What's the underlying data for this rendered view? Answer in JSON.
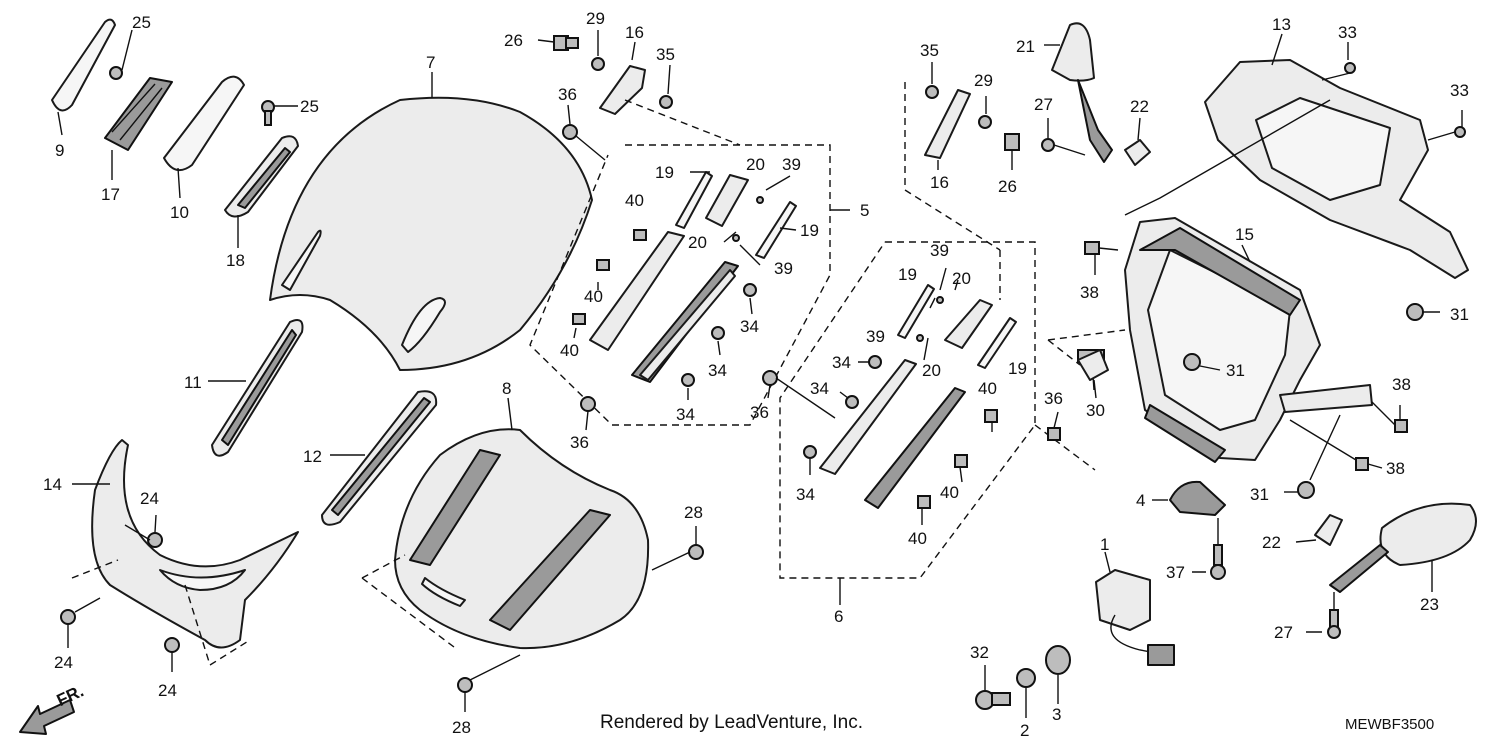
{
  "footer": {
    "rendered_by": "Rendered by LeadVenture, Inc.",
    "diagram_code": "MEWBF3500",
    "direction": "FR."
  },
  "callouts": [
    {
      "id": "c1",
      "text": "1"
    },
    {
      "id": "c2",
      "text": "2"
    },
    {
      "id": "c3",
      "text": "3"
    },
    {
      "id": "c4",
      "text": "4"
    },
    {
      "id": "c5",
      "text": "5"
    },
    {
      "id": "c6",
      "text": "6"
    },
    {
      "id": "c7",
      "text": "7"
    },
    {
      "id": "c8",
      "text": "8"
    },
    {
      "id": "c9",
      "text": "9"
    },
    {
      "id": "c10",
      "text": "10"
    },
    {
      "id": "c11",
      "text": "11"
    },
    {
      "id": "c12",
      "text": "12"
    },
    {
      "id": "c13",
      "text": "13"
    },
    {
      "id": "c14",
      "text": "14"
    },
    {
      "id": "c15",
      "text": "15"
    },
    {
      "id": "c16a",
      "text": "16"
    },
    {
      "id": "c16b",
      "text": "16"
    },
    {
      "id": "c17",
      "text": "17"
    },
    {
      "id": "c18",
      "text": "18"
    },
    {
      "id": "c19a",
      "text": "19"
    },
    {
      "id": "c19b",
      "text": "19"
    },
    {
      "id": "c19c",
      "text": "19"
    },
    {
      "id": "c19d",
      "text": "19"
    },
    {
      "id": "c20a",
      "text": "20"
    },
    {
      "id": "c20b",
      "text": "20"
    },
    {
      "id": "c20c",
      "text": "20"
    },
    {
      "id": "c20d",
      "text": "20"
    },
    {
      "id": "c21",
      "text": "21"
    },
    {
      "id": "c22a",
      "text": "22"
    },
    {
      "id": "c22b",
      "text": "22"
    },
    {
      "id": "c23",
      "text": "23"
    },
    {
      "id": "c24a",
      "text": "24"
    },
    {
      "id": "c24b",
      "text": "24"
    },
    {
      "id": "c24c",
      "text": "24"
    },
    {
      "id": "c25a",
      "text": "25"
    },
    {
      "id": "c25b",
      "text": "25"
    },
    {
      "id": "c26a",
      "text": "26"
    },
    {
      "id": "c26b",
      "text": "26"
    },
    {
      "id": "c27a",
      "text": "27"
    },
    {
      "id": "c27b",
      "text": "27"
    },
    {
      "id": "c28a",
      "text": "28"
    },
    {
      "id": "c28b",
      "text": "28"
    },
    {
      "id": "c29a",
      "text": "29"
    },
    {
      "id": "c29b",
      "text": "29"
    },
    {
      "id": "c30",
      "text": "30"
    },
    {
      "id": "c31a",
      "text": "31"
    },
    {
      "id": "c31b",
      "text": "31"
    },
    {
      "id": "c31c",
      "text": "31"
    },
    {
      "id": "c32",
      "text": "32"
    },
    {
      "id": "c33a",
      "text": "33"
    },
    {
      "id": "c33b",
      "text": "33"
    },
    {
      "id": "c34a",
      "text": "34"
    },
    {
      "id": "c34b",
      "text": "34"
    },
    {
      "id": "c34c",
      "text": "34"
    },
    {
      "id": "c34d",
      "text": "34"
    },
    {
      "id": "c34e",
      "text": "34"
    },
    {
      "id": "c34f",
      "text": "34"
    },
    {
      "id": "c35a",
      "text": "35"
    },
    {
      "id": "c35b",
      "text": "35"
    },
    {
      "id": "c36a",
      "text": "36"
    },
    {
      "id": "c36b",
      "text": "36"
    },
    {
      "id": "c36c",
      "text": "36"
    },
    {
      "id": "c36d",
      "text": "36"
    },
    {
      "id": "c37",
      "text": "37"
    },
    {
      "id": "c38a",
      "text": "38"
    },
    {
      "id": "c38b",
      "text": "38"
    },
    {
      "id": "c38c",
      "text": "38"
    },
    {
      "id": "c39a",
      "text": "39"
    },
    {
      "id": "c39b",
      "text": "39"
    },
    {
      "id": "c39c",
      "text": "39"
    },
    {
      "id": "c39d",
      "text": "39"
    },
    {
      "id": "c40a",
      "text": "40"
    },
    {
      "id": "c40b",
      "text": "40"
    },
    {
      "id": "c40c",
      "text": "40"
    },
    {
      "id": "c40d",
      "text": "40"
    },
    {
      "id": "c40e",
      "text": "40"
    },
    {
      "id": "c40f",
      "text": "40"
    }
  ]
}
